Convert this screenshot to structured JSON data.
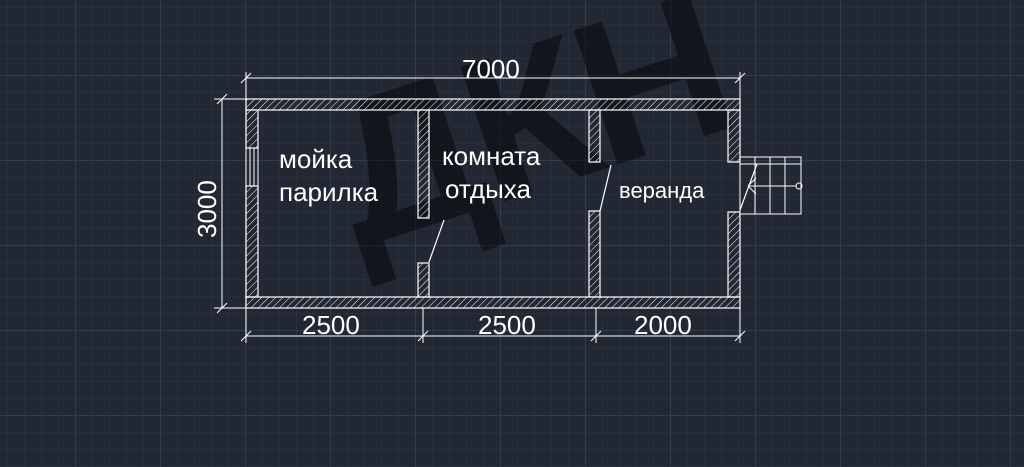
{
  "watermark": "ДКН",
  "dimensions": {
    "total_width": "7000",
    "total_height": "3000",
    "seg_1": "2500",
    "seg_2": "2500",
    "seg_3": "2000"
  },
  "rooms": {
    "room_1_line1": "мойка",
    "room_1_line2": "парилка",
    "room_2_line1": "комната",
    "room_2_line2": "отдыха",
    "room_3": "веранда"
  },
  "colors": {
    "background": "#212833",
    "walls": "#ffffff",
    "text": "#ffffff"
  }
}
